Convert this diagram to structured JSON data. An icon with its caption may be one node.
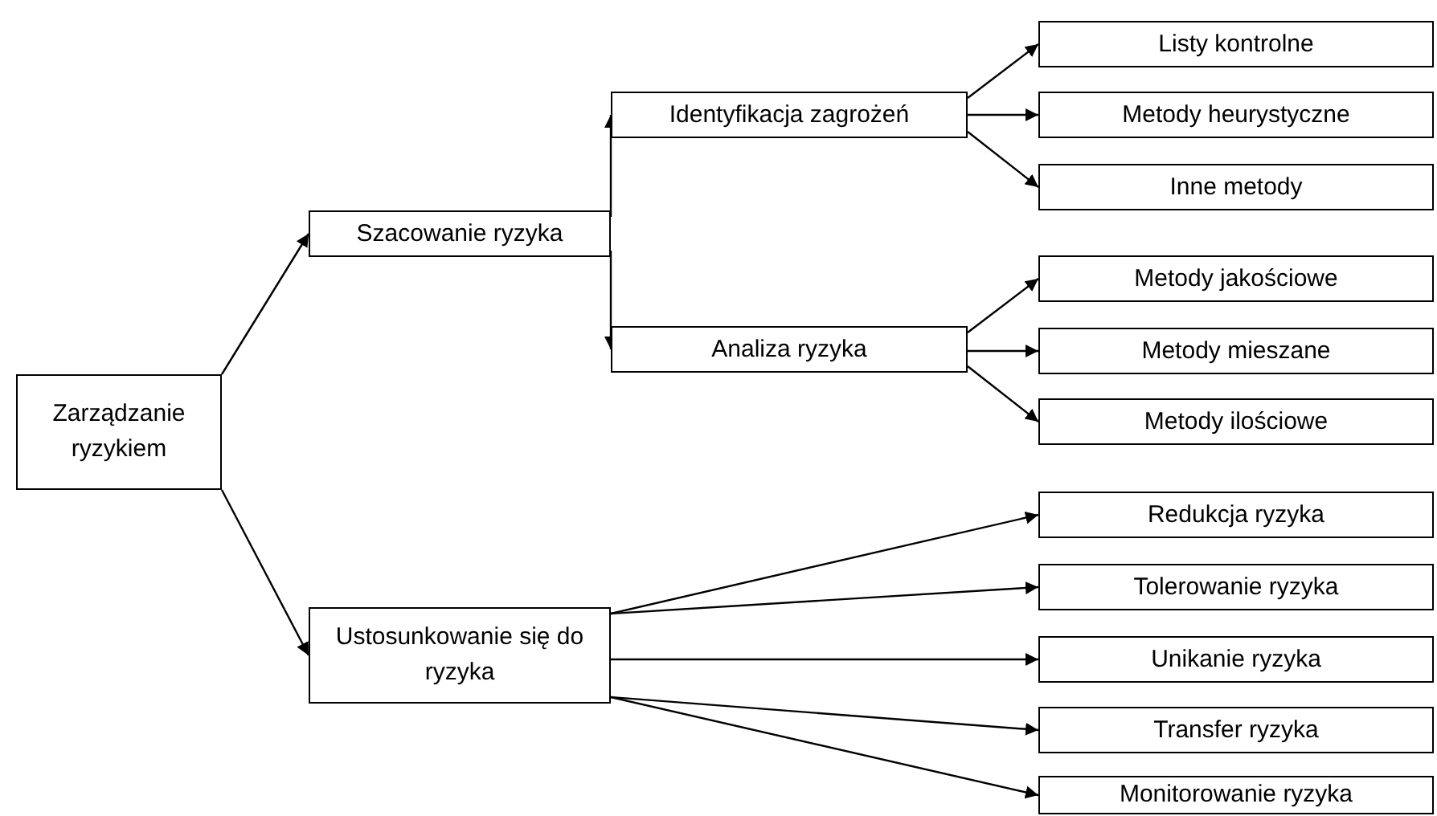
{
  "diagram": {
    "nodes": [
      {
        "text": [
          "Zarządzanie ryzykiem"
        ]
      },
      {
        "text": [
          "Szacowanie ryzyka"
        ]
      },
      {
        "text": [
          "Identyfikacja zagrożeń"
        ]
      },
      {
        "text": [
          "Analiza ryzyka"
        ]
      },
      {
        "text": [
          "Ustosunkowanie się do ryzyka"
        ]
      },
      {
        "text": [
          "Listy kontrolne"
        ]
      },
      {
        "text": [
          "Metody heurystyczne"
        ]
      },
      {
        "text": [
          "Inne metody"
        ]
      },
      {
        "text": [
          "Metody jakościowe"
        ]
      },
      {
        "text": [
          "Metody mieszane"
        ]
      },
      {
        "text": [
          "Metody ilościowe"
        ]
      },
      {
        "text": [
          "Redukcja ryzyka"
        ]
      },
      {
        "text": [
          "Tolerowanie ryzyka"
        ]
      },
      {
        "text": [
          "Unikanie ryzyka"
        ]
      },
      {
        "text": [
          "Transfer ryzyka"
        ]
      },
      {
        "text": [
          "Monitorowanie ryzyka"
        ]
      }
    ],
    "edges": [
      {
        "from": 0,
        "to": 1,
        "arrow": "to"
      },
      {
        "from": 0,
        "to": 4,
        "arrow": "to"
      },
      {
        "from": 1,
        "to": 2,
        "arrow": "to"
      },
      {
        "from": 1,
        "to": 3,
        "arrow": "to"
      },
      {
        "from": 2,
        "to": 5,
        "arrow": "to"
      },
      {
        "from": 2,
        "to": 6,
        "arrow": "to"
      },
      {
        "from": 2,
        "to": 7,
        "arrow": "to"
      },
      {
        "from": 3,
        "to": 8,
        "arrow": "to"
      },
      {
        "from": 3,
        "to": 9,
        "arrow": "to"
      },
      {
        "from": 3,
        "to": 10,
        "arrow": "to"
      },
      {
        "from": 4,
        "to": 11,
        "arrow": "to"
      },
      {
        "from": 4,
        "to": 12,
        "arrow": "to"
      },
      {
        "from": 4,
        "to": 13,
        "arrow": "to"
      },
      {
        "from": 4,
        "to": 14,
        "arrow": "to"
      },
      {
        "from": 4,
        "to": 15,
        "arrow": "to"
      }
    ]
  }
}
